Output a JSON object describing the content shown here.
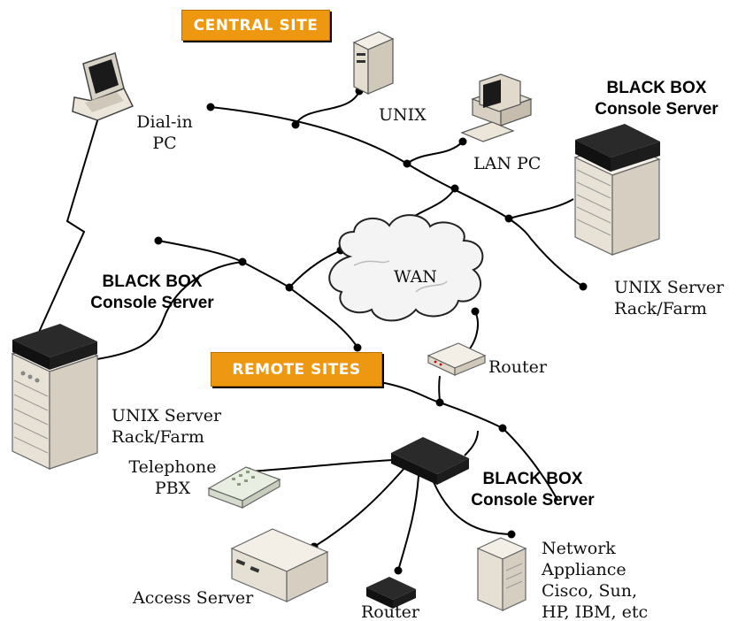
{
  "sections": {
    "central": "CENTRAL SITE",
    "remote": "REMOTE SITES"
  },
  "central_site": {
    "dialin_pc_line1": "Dial-in",
    "dialin_pc_line2": "PC",
    "unix": "UNIX",
    "lan_pc": "LAN PC",
    "console_server_line1": "BLACK BOX",
    "console_server_line2": "Console Server",
    "rack_line1": "UNIX Server",
    "rack_line2": "Rack/Farm"
  },
  "wan": "WAN",
  "remote_left": {
    "console_server_line1": "BLACK BOX",
    "console_server_line2": "Console Server",
    "rack_line1": "UNIX Server",
    "rack_line2": "Rack/Farm"
  },
  "remote_site": {
    "router_top": "Router",
    "telephone_line1": "Telephone",
    "telephone_line2": "PBX",
    "console_server_line1": "BLACK BOX",
    "console_server_line2": "Console Server",
    "access_server": "Access Server",
    "router_bottom": "Router",
    "appliance_line1": "Network",
    "appliance_line2": "Appliance",
    "appliance_line3": "Cisco, Sun,",
    "appliance_line4": "HP, IBM, etc"
  },
  "colors": {
    "tag_orange": "#ee9811",
    "device_body": "#efeae0",
    "device_dark": "#1a1a1a"
  }
}
